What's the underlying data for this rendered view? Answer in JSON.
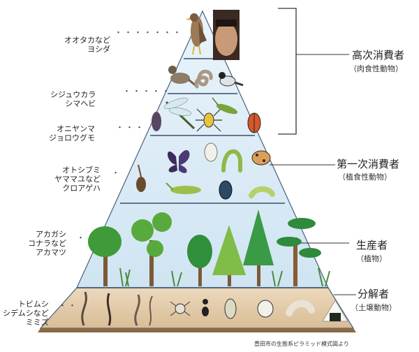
{
  "levels": [
    {
      "examples": "オオタカなど\nヨシダ"
    },
    {
      "examples": "シジュウカラ\nシマヘビ"
    },
    {
      "examples": "オニヤンマ\nジョロウグモ"
    },
    {
      "examples": "オトシブミ\nヤママユなど\nクロアゲハ"
    },
    {
      "examples": "アカガシ\nコナラなど\nアカマツ"
    },
    {
      "examples": "トビムシ\nシデムシなど\nミミズ"
    }
  ],
  "suffix_nado": "など",
  "tiers": [
    {
      "name": "高次消費者",
      "sub": "（肉食性動物）"
    },
    {
      "name": "第一次消費者",
      "sub": "（植食性動物）"
    },
    {
      "name": "生産者",
      "sub": "（植物）"
    },
    {
      "name": "分解者",
      "sub": "（土壌動物）"
    }
  ],
  "credit": "豊田市の生態系ピラミッド模式図より",
  "colors": {
    "sky": "#cfe6f3",
    "soil": "#e8d3b6",
    "soil_base": "#8a6a45",
    "divider": "#3a4f6a"
  }
}
